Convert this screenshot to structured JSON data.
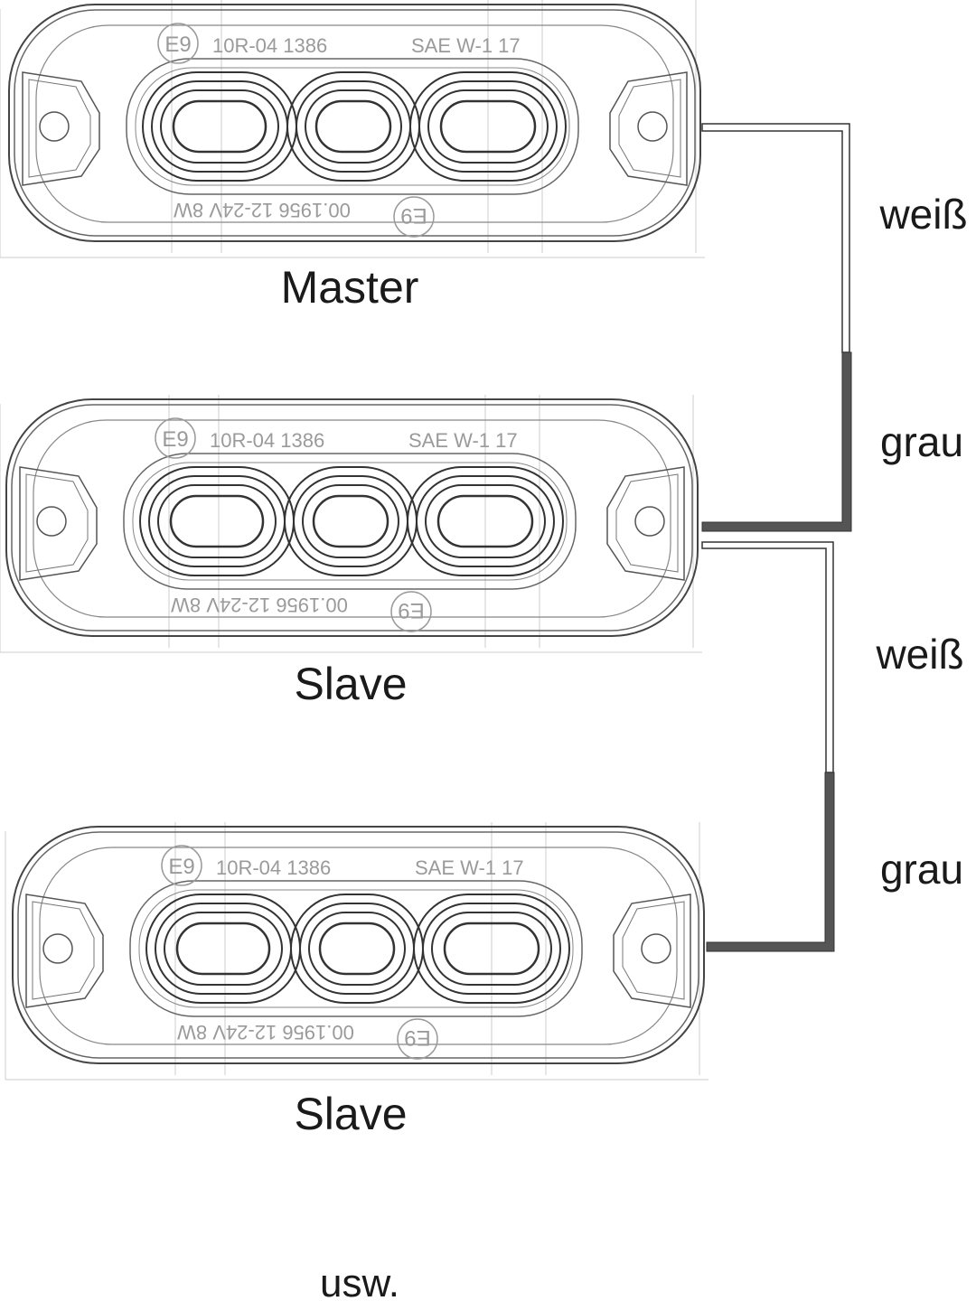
{
  "lamps": [
    {
      "role": "Master",
      "markings": {
        "mark_top": "E9",
        "code_top": "10R-04 1386",
        "sae": "SAE W-1 17",
        "mark_bottom": "E9",
        "code_bottom": "00.1956 12-24V 8W"
      }
    },
    {
      "role": "Slave",
      "markings": {
        "mark_top": "E9",
        "code_top": "10R-04 1386",
        "sae": "SAE W-1 17",
        "mark_bottom": "E9",
        "code_bottom": "00.1956 12-24V 8W"
      }
    },
    {
      "role": "Slave",
      "markings": {
        "mark_top": "E9",
        "code_top": "10R-04 1386",
        "sae": "SAE W-1 17",
        "mark_bottom": "E9",
        "code_bottom": "00.1956 12-24V 8W"
      }
    }
  ],
  "wires": [
    {
      "label": "weiß",
      "color": "#ffffff"
    },
    {
      "label": "grau",
      "color": "#555555"
    },
    {
      "label": "weiß",
      "color": "#ffffff"
    },
    {
      "label": "grau",
      "color": "#555555"
    }
  ],
  "footer": "usw.",
  "colors": {
    "line": "#333333",
    "light_line": "#999999",
    "guide": "#cccccc"
  }
}
